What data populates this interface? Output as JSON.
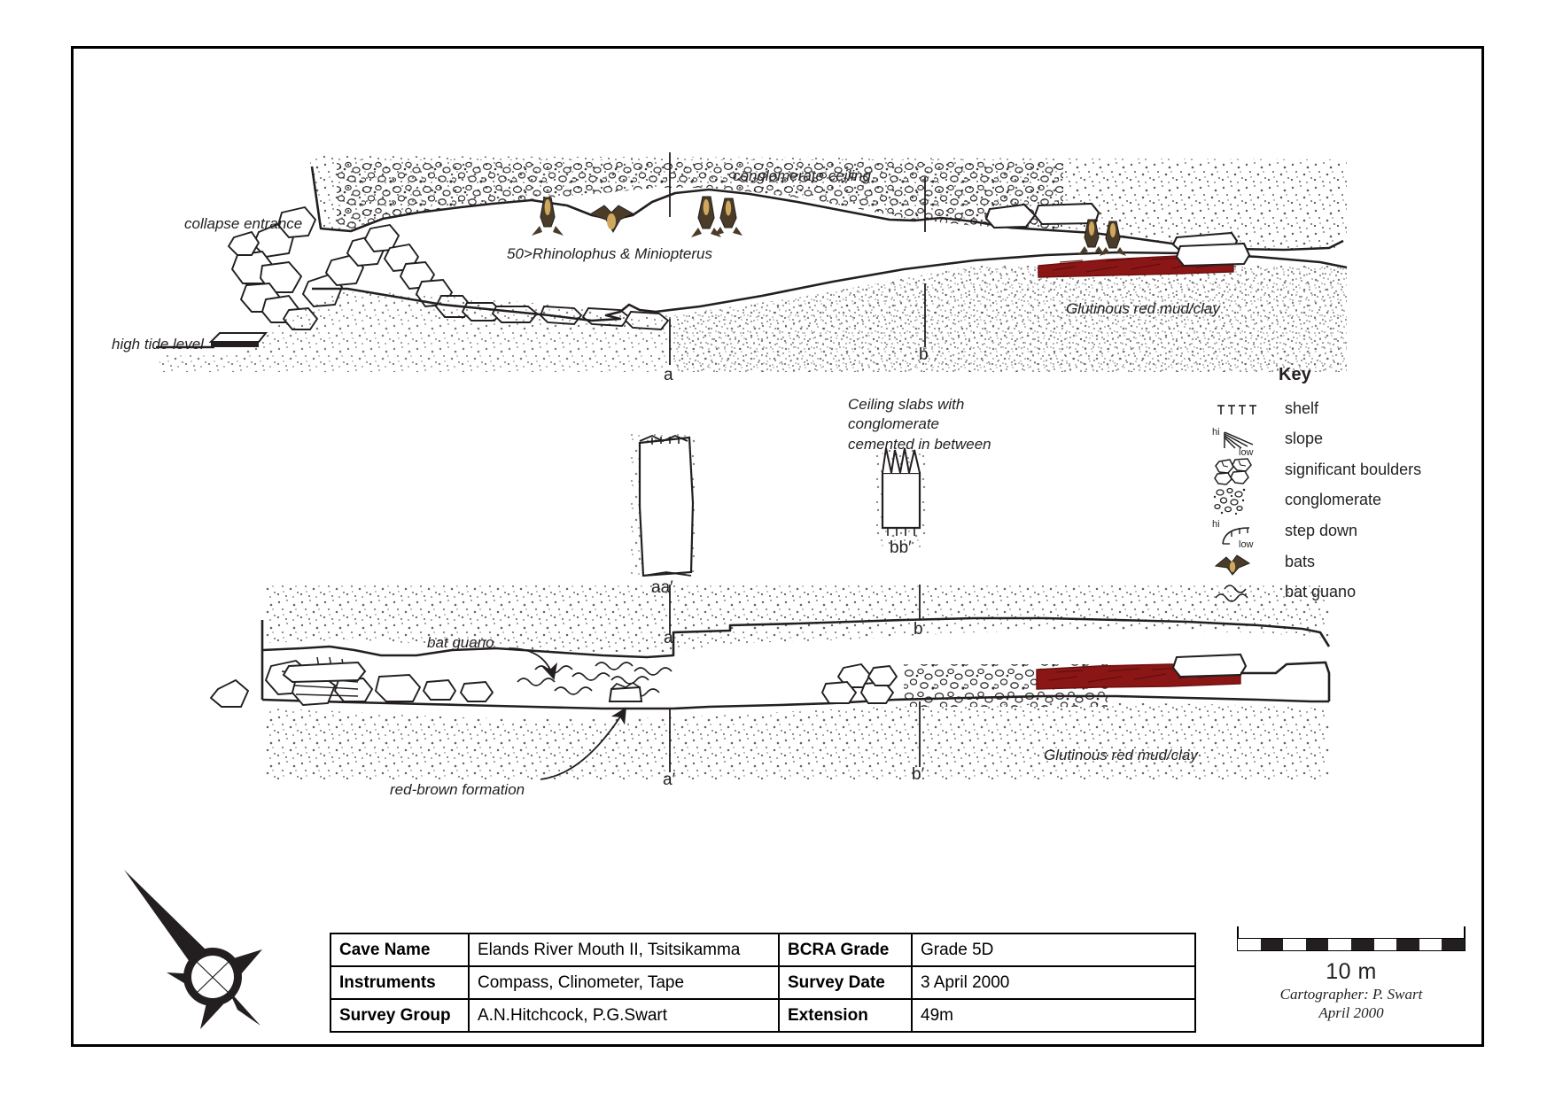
{
  "sheet": {
    "kind": "cave-survey-map"
  },
  "plan": {
    "labels": {
      "collapse_entrance": "collapse entrance",
      "high_tide_level": "high tide level",
      "bats_note": "50>Rhinolophus & Miniopterus",
      "conglomerate_ceiling": "conglomerate ceiling",
      "glutinous_mud": "Glutinous red mud/clay",
      "section_a": "a",
      "section_b": "b"
    }
  },
  "cross_sections": {
    "note": "Ceiling slabs with\nconglomerate\ncemented in between",
    "note_lines": [
      "Ceiling slabs with",
      "conglomerate",
      "cemented in between"
    ],
    "aa_label": "aa′",
    "bb_label": "bb′"
  },
  "profile": {
    "labels": {
      "bat_guano": "bat guano",
      "red_brown_formation": "red-brown formation",
      "glutinous_mud": "Glutinous red mud/clay",
      "section_a": "a",
      "section_a_prime": "a′",
      "section_b": "b",
      "section_b_prime": "b′"
    }
  },
  "key": {
    "title": "Key",
    "items": [
      {
        "icon": "shelf-icon",
        "label": "shelf"
      },
      {
        "icon": "slope-icon",
        "label": "slope",
        "hi": "hi",
        "low": "low"
      },
      {
        "icon": "boulders-icon",
        "label": "significant boulders"
      },
      {
        "icon": "conglomerate-icon",
        "label": "conglomerate"
      },
      {
        "icon": "step-down-icon",
        "label": "step down",
        "hi": "hi",
        "low": "low"
      },
      {
        "icon": "bats-icon",
        "label": "bats"
      },
      {
        "icon": "bat-guano-icon",
        "label": "bat guano"
      }
    ]
  },
  "title_block": {
    "rows": [
      {
        "h1": "Cave Name",
        "v1": "Elands River Mouth II, Tsitsikamma",
        "h2": "BCRA Grade",
        "v2": "Grade 5D"
      },
      {
        "h1": "Instruments",
        "v1": "Compass, Clinometer, Tape",
        "h2": "Survey Date",
        "v2": "3 April 2000"
      },
      {
        "h1": "Survey Group",
        "v1": "A.N.Hitchcock, P.G.Swart",
        "h2": "Extension",
        "v2": "49m"
      }
    ]
  },
  "scale": {
    "label": "10 m",
    "segments": 10,
    "cartographer": "Cartographer: P. Swart",
    "date": "April 2000"
  },
  "north_arrow": {
    "icon": "compass-rose-icon"
  },
  "colors": {
    "ink": "#231f20",
    "red_mud": "#8b1616",
    "red_mud_dark": "#6d0f0f",
    "bat_body": "#4a3c28",
    "bat_belly": "#cfa85e",
    "paper": "#ffffff"
  }
}
